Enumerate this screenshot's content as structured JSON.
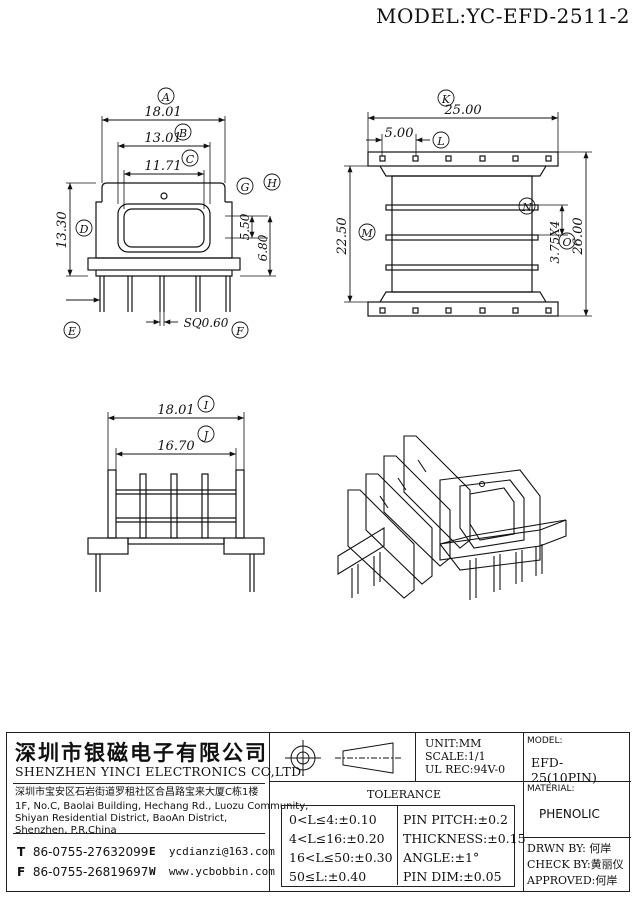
{
  "header": {
    "model_title": "MODEL:YC-EFD-2511-2"
  },
  "dimensions": {
    "a_label": "A",
    "a_value": "18.01",
    "b_label": "B",
    "b_value": "13.01",
    "c_label": "C",
    "c_value": "11.71",
    "d_label": "D",
    "d_value": "13.30",
    "e_label": "E",
    "f_label": "F",
    "f_value": "SQ0.60",
    "g_label": "G",
    "g_value": "5.50",
    "h_label": "H",
    "h_value": "6.80",
    "k_label": "K",
    "k_value": "25.00",
    "l_label": "L",
    "l_value": "5.00",
    "m_label": "M",
    "m_value": "22.50",
    "n_label": "N",
    "n_value": "3.75X4",
    "o_label": "O",
    "o_value": "26.00",
    "i_label": "I",
    "i_value": "18.01",
    "j_label": "J",
    "j_value": "16.70"
  },
  "title_block": {
    "company_cn": "深圳市银磁电子有限公司",
    "company_en": "SHENZHEN YINCI ELECTRONICS CO,LTD.",
    "address_cn": "深圳市宝安区石岩街道罗租社区合昌路宝来大厦C栋1楼",
    "address_en_1": "1F, No.C, Baolai Building, Hechang Rd., Luozu Community,",
    "address_en_2": "Shiyan Residential District, BaoAn District,",
    "address_en_3": "Shenzhen, P.R.China",
    "tel_label": "T",
    "tel": "86-0755-27632099",
    "fax_label": "F",
    "fax": "86-0755-26819697",
    "email_label": "E",
    "email": "ycdianzi@163.com",
    "web_label": "W",
    "web": "www.ycbobbin.com",
    "unit": "UNIT:MM",
    "scale": "SCALE:1/1",
    "ul": "UL REC:94V-0",
    "model_label": "MODEL:",
    "model_value": "EFD-25(10PIN)",
    "material_label": "MATERIAL:",
    "material_value": "PHENOLIC",
    "tolerance_title": "TOLERANCE",
    "tol_1": "0<L≤4:±0.10",
    "tol_2": "4<L≤16:±0.20",
    "tol_3": "16<L≤50:±0.30",
    "tol_4": "50≤L:±0.40",
    "pin_pitch": "PIN PITCH:±0.2",
    "thickness": "THICKNESS:±0.15",
    "angle": "ANGLE:±1°",
    "pin_dim": "PIN DIM:±0.05",
    "drawn_by": "DRWN BY: 何岸",
    "check_by": "CHECK BY:黄丽仪",
    "approved": "APPROVED:何岸"
  }
}
